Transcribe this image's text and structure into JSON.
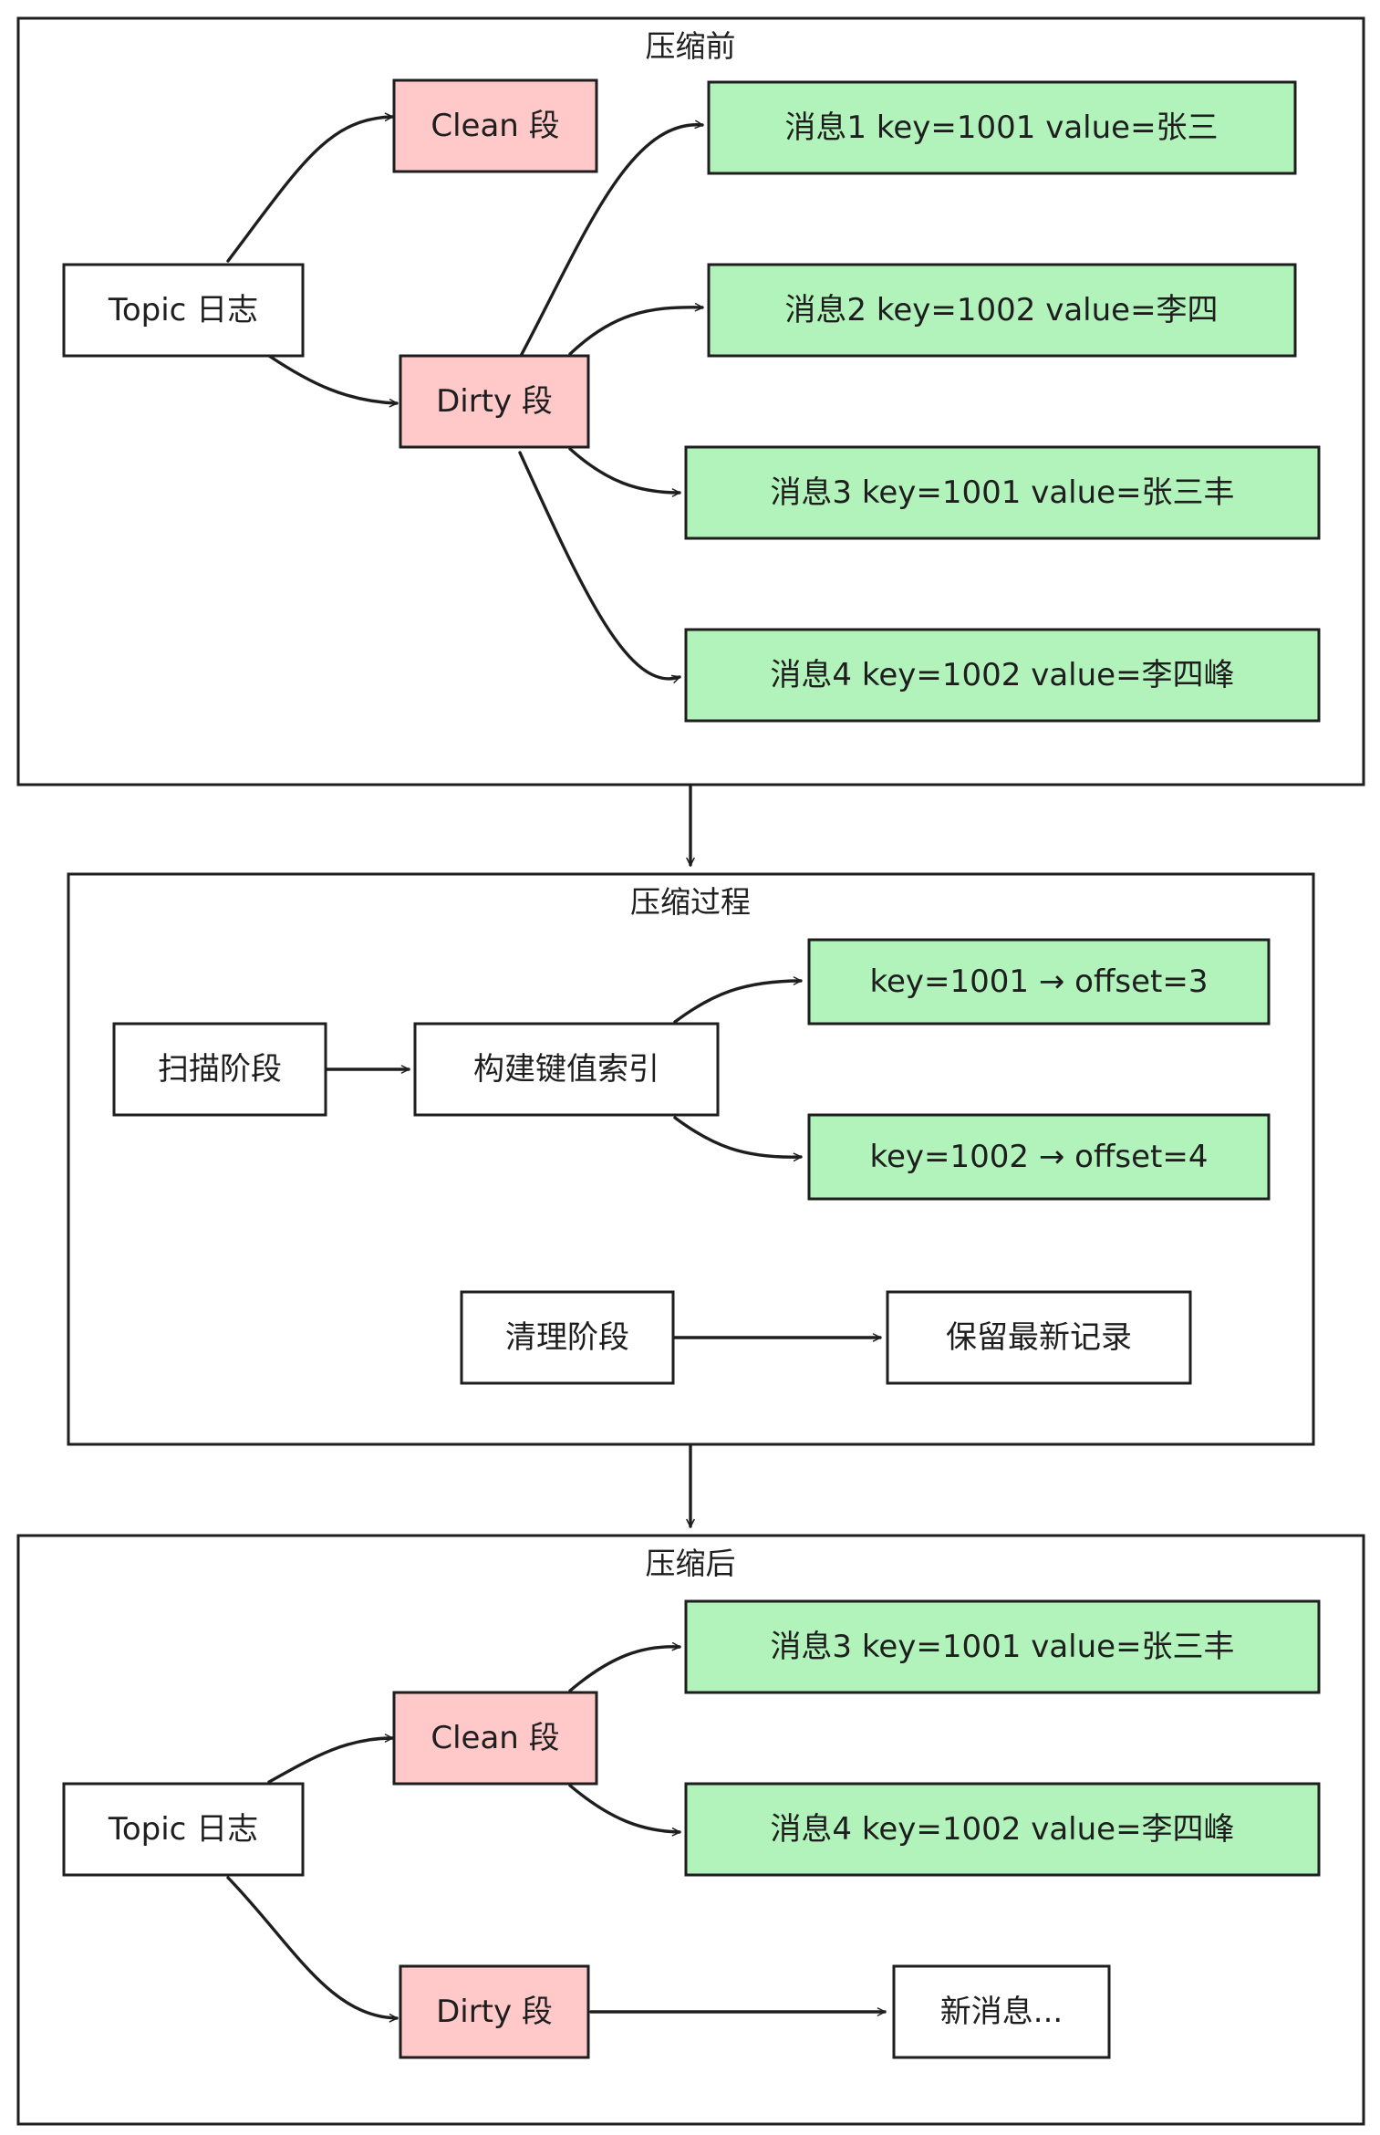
{
  "colors": {
    "stroke": "#1e1e1e",
    "segment_fill": "#ffc9c9",
    "message_fill": "#b2f2bb",
    "plain_fill": "#ffffff"
  },
  "before": {
    "title": "压缩前",
    "topic_log": "Topic 日志",
    "clean_segment": "Clean 段",
    "dirty_segment": "Dirty 段",
    "messages": [
      "消息1 key=1001 value=张三",
      "消息2 key=1002 value=李四",
      "消息3 key=1001 value=张三丰",
      "消息4 key=1002 value=李四峰"
    ]
  },
  "process": {
    "title": "压缩过程",
    "scan_phase": "扫描阶段",
    "build_index": "构建键值索引",
    "index_entries": [
      "key=1001 → offset=3",
      "key=1002 → offset=4"
    ],
    "clean_phase": "清理阶段",
    "keep_latest": "保留最新记录"
  },
  "after": {
    "title": "压缩后",
    "topic_log": "Topic 日志",
    "clean_segment": "Clean 段",
    "dirty_segment": "Dirty 段",
    "messages": [
      "消息3 key=1001 value=张三丰",
      "消息4 key=1002 value=李四峰"
    ],
    "new_messages": "新消息..."
  }
}
